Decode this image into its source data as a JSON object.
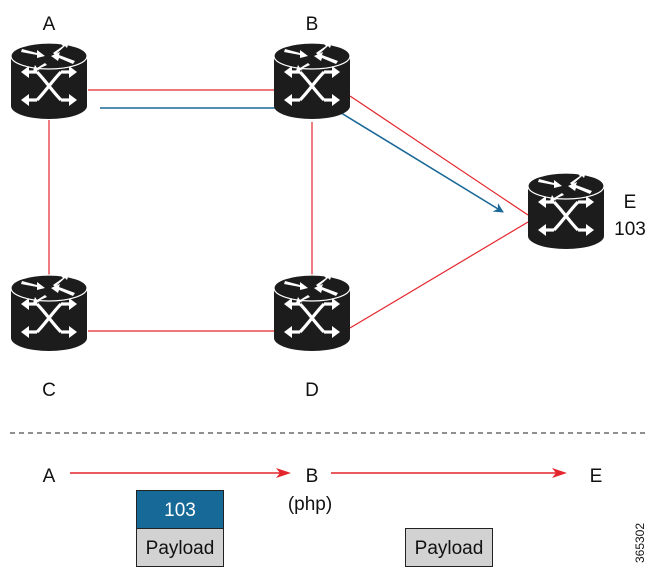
{
  "figure_id": "365302",
  "colors": {
    "link": "#e3262c",
    "lsp": "#1a6897",
    "router": "#1c1c1c",
    "label_box": "#176997",
    "payload_box": "#d2d2d2"
  },
  "nodes": [
    {
      "id": "A",
      "label": "A"
    },
    {
      "id": "B",
      "label": "B"
    },
    {
      "id": "C",
      "label": "C"
    },
    {
      "id": "D",
      "label": "D"
    },
    {
      "id": "E",
      "label": "E",
      "sublabel": "103"
    }
  ],
  "links": [
    [
      "A",
      "B"
    ],
    [
      "A",
      "C"
    ],
    [
      "B",
      "D"
    ],
    [
      "C",
      "D"
    ],
    [
      "B",
      "E"
    ],
    [
      "D",
      "E"
    ]
  ],
  "lsp_path": [
    "A",
    "B",
    "E"
  ],
  "flow": {
    "hops": [
      {
        "label": "A"
      },
      {
        "label": "B",
        "sublabel": "(php)"
      },
      {
        "label": "E"
      }
    ],
    "packet_a_b": {
      "label": "103",
      "payload": "Payload"
    },
    "packet_b_e": {
      "payload": "Payload"
    }
  }
}
